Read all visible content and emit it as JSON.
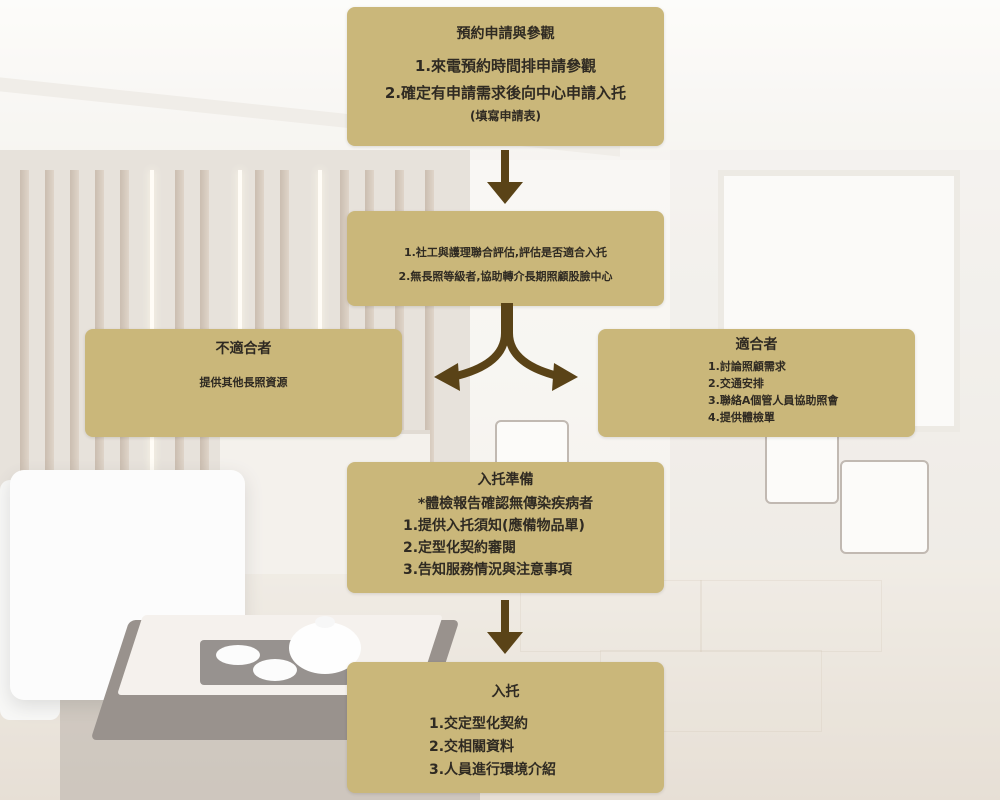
{
  "flow": {
    "step1": {
      "title": "預約申請與參觀",
      "items": [
        "1.來電預約時間排申請參觀",
        "2.確定有申請需求後向中心申請入托"
      ],
      "note": "(填寫申請表)"
    },
    "step2": {
      "items": [
        "1.社工與護理聯合評估,評估是否適合入托",
        "2.無長照等級者,協助轉介長期照顧股臉中心"
      ]
    },
    "not_suitable": {
      "title": "不適合者",
      "description": "提供其他長照資源"
    },
    "suitable": {
      "title": "適合者",
      "items": [
        "1.討論照顧需求",
        "2.交通安排",
        "3.聯絡A個管人員協助照會",
        "4.提供體檢單"
      ]
    },
    "step3": {
      "title": "入托準備",
      "subtitle": "*體檢報告確認無傳染疾病者",
      "items": [
        "1.提供入托須知(應備物品單)",
        "2.定型化契約審閱",
        "3.告知服務情況與注意事項"
      ]
    },
    "step4": {
      "title": "入托",
      "items": [
        "1.交定型化契約",
        "2.交相關資料",
        "3.人員進行環境介紹"
      ]
    }
  },
  "colors": {
    "box_fill": "#cab77a",
    "arrow": "#5a4317",
    "text": "#2f2a22"
  }
}
